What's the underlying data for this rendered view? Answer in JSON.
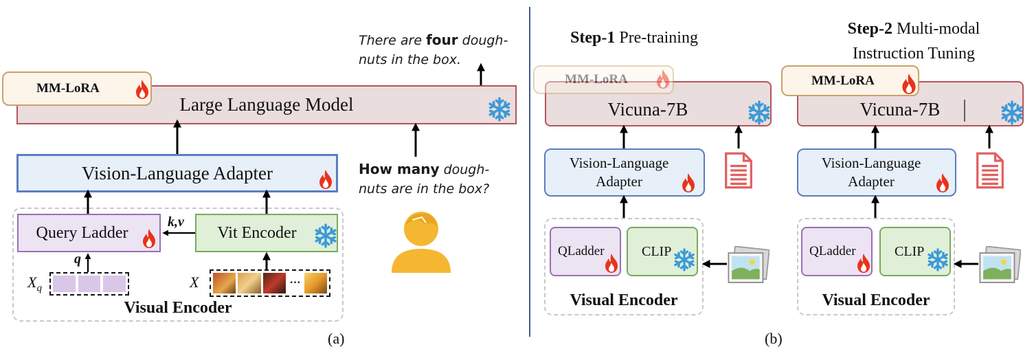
{
  "panel_a": {
    "answer_pre": "There are ",
    "answer_bold": "four",
    "answer_post": " dough-",
    "answer_line2": "nuts in the box.",
    "mm_lora": "MM-LoRA",
    "llm": "Large Language Model",
    "adapter": "Vision-Language Adapter",
    "question_bold": "How many",
    "question_post": " dough-",
    "question_line2": "nuts are in the box?",
    "query_ladder": "Query Ladder",
    "vit_encoder": "Vit Encoder",
    "kv_label": "k,v",
    "q_label": "q",
    "xq_label": "X",
    "xq_sub": "q",
    "x_label": "X",
    "visual_encoder": "Visual Encoder",
    "caption": "(a)"
  },
  "panel_b": {
    "step1_bold": "Step-1",
    "step1_text": " Pre-training",
    "step2_bold": "Step-2",
    "step2_text": " Multi-modal",
    "step2_line2": "Instruction Tuning",
    "mm_lora_1": "MM-LoRA",
    "mm_lora_2": "MM-LoRA",
    "vicuna_1": "Vicuna-7B",
    "vicuna_2": "Vicuna-7B",
    "adapter_1_line1": "Vision-Language",
    "adapter_1_line2": "Adapter",
    "adapter_2_line1": "Vision-Language",
    "adapter_2_line2": "Adapter",
    "qladder_1": "QLadder",
    "qladder_2": "QLadder",
    "clip_1": "CLIP",
    "clip_2": "CLIP",
    "visual_encoder_1": "Visual Encoder",
    "visual_encoder_2": "Visual Encoder",
    "caption": "(b)"
  },
  "icons": {
    "trainable": "flame-icon",
    "frozen": "snowflake-icon",
    "user": "person-icon",
    "text": "document-icon",
    "image": "image-icon"
  },
  "colors": {
    "llm_fill": "#eadddd",
    "llm_border": "#b5545b",
    "adapter_border": "#5b7dbf",
    "flame": "#e8331c",
    "snowflake": "#3a9ad9",
    "person": "#f5b731",
    "divider": "#3f5a8c"
  }
}
